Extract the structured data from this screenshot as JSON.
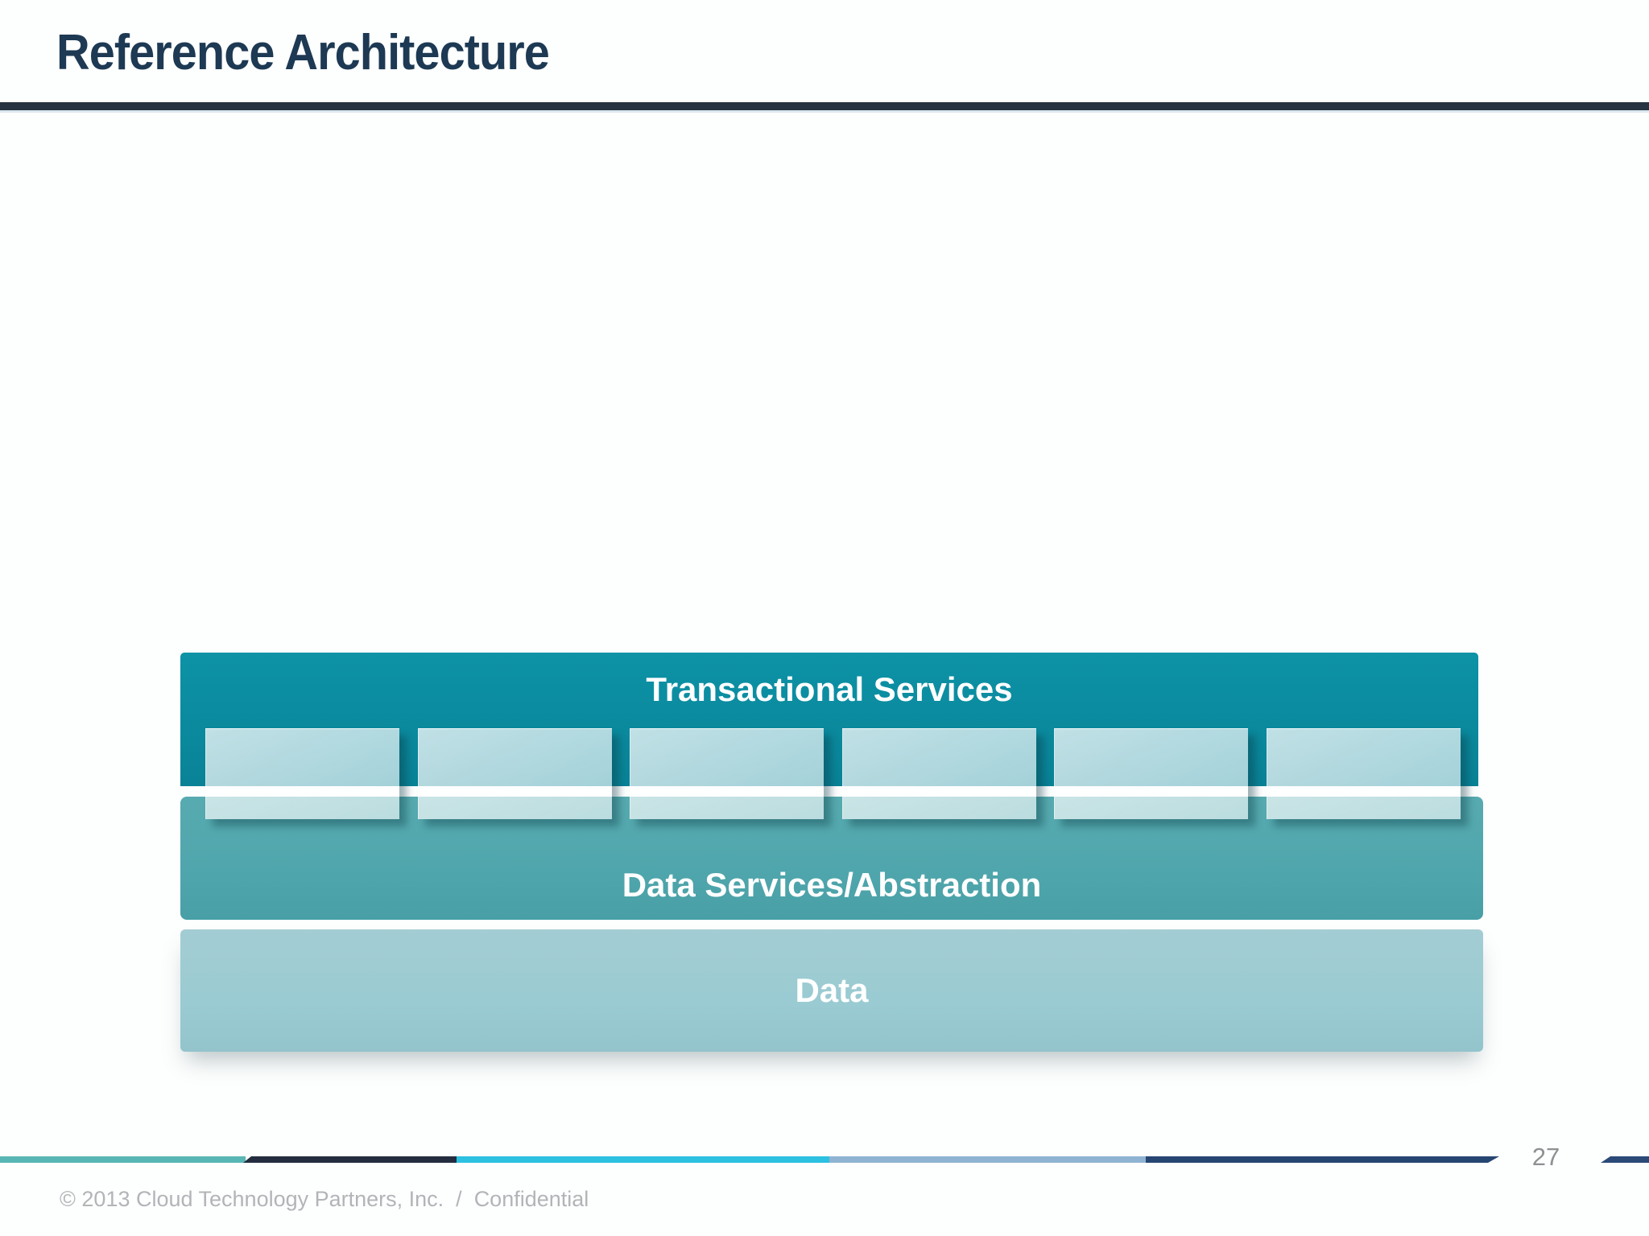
{
  "slide": {
    "title": "Reference Architecture",
    "page_number": "27",
    "copyright": "© 2013 Cloud Technology Partners, Inc.  /  Confidential"
  },
  "diagram": {
    "layers": [
      {
        "id": "transactional-services",
        "label": "Transactional Services",
        "color": "#0b8a9e"
      },
      {
        "id": "data-services-abstraction",
        "label": "Data Services/Abstraction",
        "color": "#4fa6ac"
      },
      {
        "id": "data",
        "label": "Data",
        "color": "#9acbd2"
      }
    ],
    "service_box_count": 6,
    "service_box_fill": "rgba(255,255,255,0.66)"
  },
  "colors": {
    "title_text": "#1d3953",
    "header_rule": "#273340",
    "page_number_text": "#8e9092",
    "copyright_text": "#b2b5b8",
    "footer_segments": [
      "#58b7b4",
      "#232d3f",
      "#2cc0e1",
      "#8fb3d2",
      "#264672",
      "#2b4a78"
    ]
  }
}
